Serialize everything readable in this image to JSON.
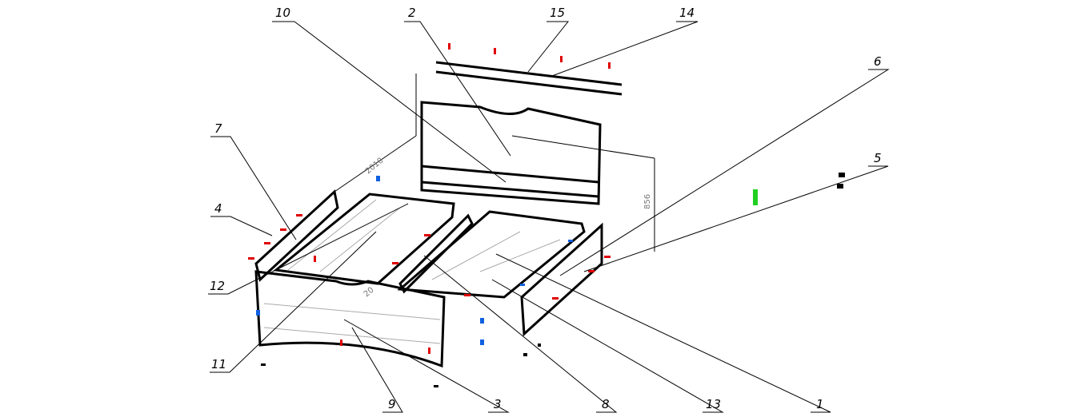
{
  "title": "Bed exploded assembly view",
  "callouts": [
    {
      "id": "10",
      "label": "10"
    },
    {
      "id": "2",
      "label": "2"
    },
    {
      "id": "15",
      "label": "15"
    },
    {
      "id": "14",
      "label": "14"
    },
    {
      "id": "6",
      "label": "6"
    },
    {
      "id": "5",
      "label": "5"
    },
    {
      "id": "7",
      "label": "7"
    },
    {
      "id": "4",
      "label": "4"
    },
    {
      "id": "12",
      "label": "12"
    },
    {
      "id": "11",
      "label": "11"
    },
    {
      "id": "9",
      "label": "9"
    },
    {
      "id": "3",
      "label": "3"
    },
    {
      "id": "8",
      "label": "8"
    },
    {
      "id": "13",
      "label": "13"
    },
    {
      "id": "1",
      "label": "1"
    }
  ],
  "dimensions": {
    "length": "2010",
    "height": "856",
    "inner": "20"
  },
  "colors": {
    "line": "#000000",
    "fastener_red": "#e00000",
    "fastener_blue": "#1060e0",
    "fastener_green": "#20d020",
    "dim_text": "#777777"
  }
}
